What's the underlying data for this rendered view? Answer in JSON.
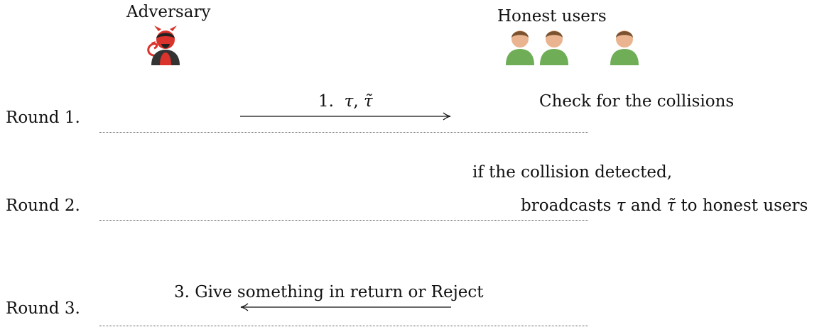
{
  "actors": {
    "adversary": {
      "label": "Adversary",
      "icon": "devil-user-icon"
    },
    "honest": {
      "label": "Honest users",
      "icon": "user-icon",
      "count": 3
    }
  },
  "rounds": [
    {
      "label": "Round 1."
    },
    {
      "label": "Round 2."
    },
    {
      "label": "Round 3."
    }
  ],
  "messages": {
    "msg1": {
      "prefix": "1.",
      "tau": "τ",
      "sep": ",",
      "tau_tilde": "τ̃"
    },
    "msg3": {
      "text": "3. Give something in return or Reject"
    }
  },
  "notes": {
    "check": "Check for the collisions",
    "if_detected": "if the collision detected,",
    "broadcast": {
      "pre": "broadcasts",
      "tau": "τ",
      "and": "and",
      "tau_tilde": "τ̃",
      "post": "to honest users"
    }
  },
  "colors": {
    "adversary": "#d9332b",
    "honest": "#6fae57",
    "skin": "#e9b48f",
    "hair": "#7a5230"
  }
}
